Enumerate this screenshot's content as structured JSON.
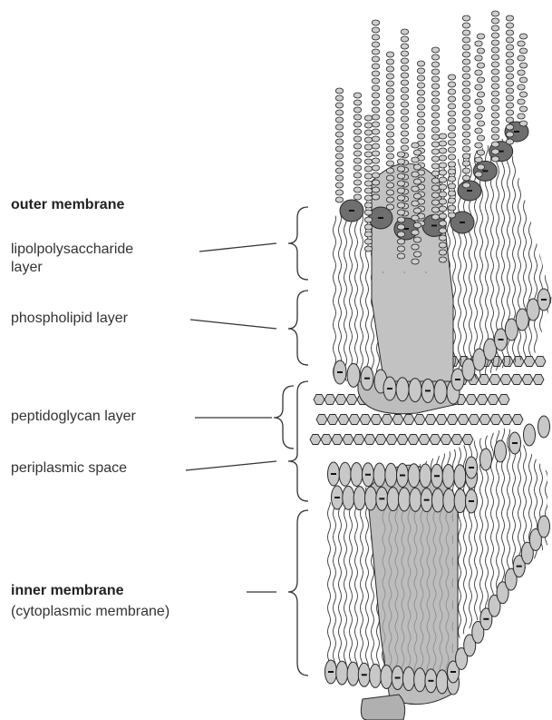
{
  "labels": {
    "outer_membrane": "outer membrane",
    "lps_layer": "lipolpolysaccharide\nlayer",
    "phospholipid_layer": "phospholipid layer",
    "peptidoglycan_layer": "peptidoglycan layer",
    "periplasmic_space": "periplasmic space",
    "inner_membrane": "inner membrane",
    "inner_membrane_sub": "(cytoplasmic membrane)"
  },
  "colors": {
    "fill_light": "#c8c8c8",
    "fill_mid": "#b4b4b4",
    "fill_dark": "#6e6e6e",
    "stroke": "#2a2a2a",
    "text": "#333333"
  }
}
